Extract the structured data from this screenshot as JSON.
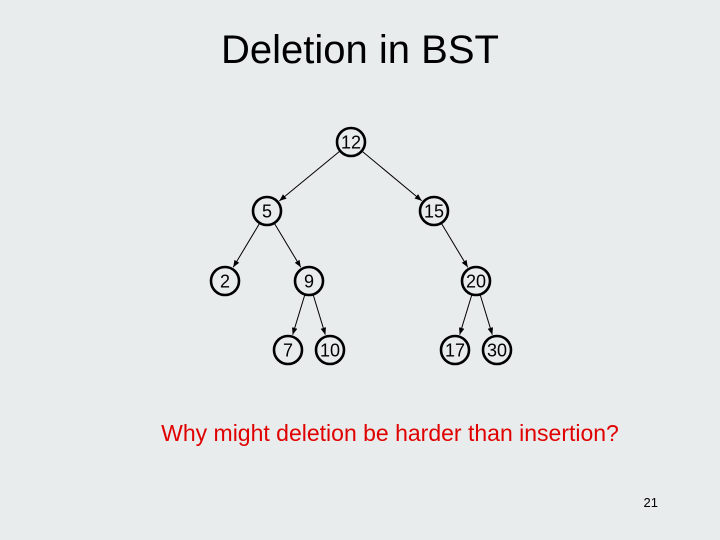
{
  "title": "Deletion in BST",
  "question": "Why might deletion be harder than insertion?",
  "page_number": "21",
  "colors": {
    "question": "#e00000",
    "background": "#e8eced"
  },
  "tree": {
    "nodes": [
      {
        "id": "n12",
        "label": "12"
      },
      {
        "id": "n5",
        "label": "5"
      },
      {
        "id": "n15",
        "label": "15"
      },
      {
        "id": "n2",
        "label": "2"
      },
      {
        "id": "n9",
        "label": "9"
      },
      {
        "id": "n20",
        "label": "20"
      },
      {
        "id": "n7",
        "label": "7"
      },
      {
        "id": "n10",
        "label": "10"
      },
      {
        "id": "n17",
        "label": "17"
      },
      {
        "id": "n30",
        "label": "30"
      }
    ],
    "edges": [
      {
        "from": "n12",
        "to": "n5"
      },
      {
        "from": "n12",
        "to": "n15"
      },
      {
        "from": "n5",
        "to": "n2"
      },
      {
        "from": "n5",
        "to": "n9"
      },
      {
        "from": "n15",
        "to": "n20"
      },
      {
        "from": "n9",
        "to": "n7"
      },
      {
        "from": "n9",
        "to": "n10"
      },
      {
        "from": "n20",
        "to": "n17"
      },
      {
        "from": "n20",
        "to": "n30"
      }
    ]
  }
}
